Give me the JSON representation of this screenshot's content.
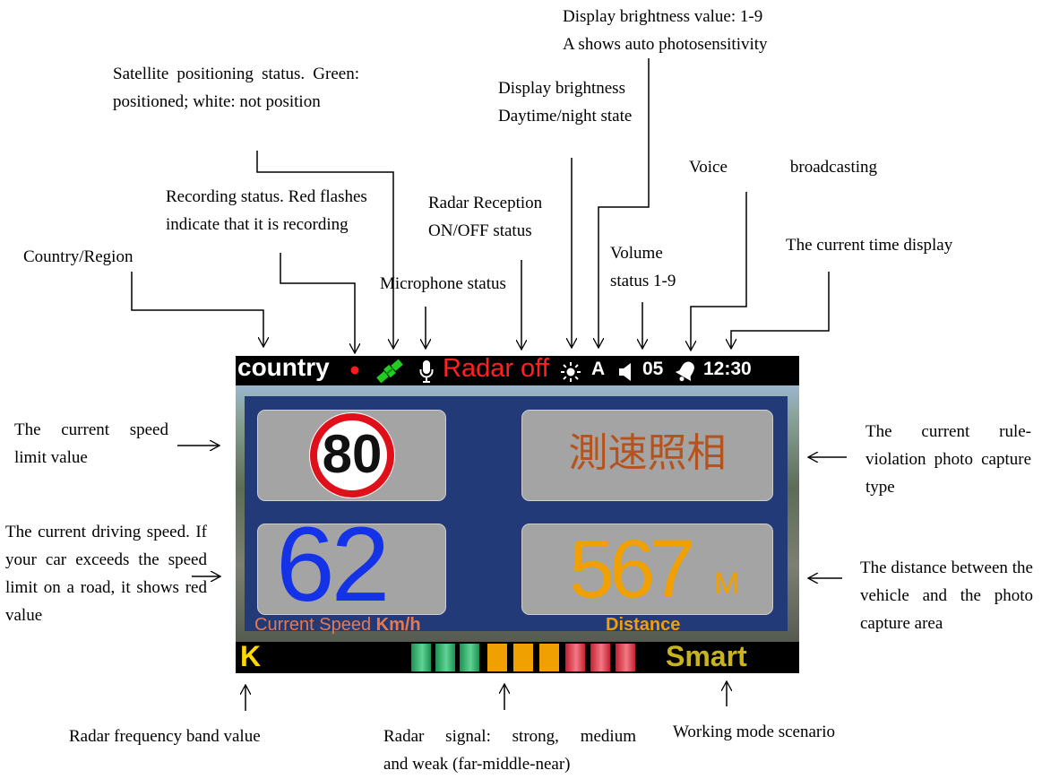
{
  "labels": {
    "brightness_value_1": "Display brightness value: 1-9",
    "brightness_value_2": "A shows auto photosensitivity",
    "satellite": "Satellite positioning status. Green: positioned; white: not position",
    "day_night_1": "Display brightness",
    "day_night_2": "Daytime/night state",
    "voice": "Voice broadcasting",
    "recording": "Recording status. Red flashes indicate that it is recording",
    "radar_reception_1": "Radar Reception",
    "radar_reception_2": "ON/OFF status",
    "volume_1": "Volume",
    "volume_2": "status 1-9",
    "time": "The current time display",
    "country": "Country/Region",
    "microphone": "Microphone status",
    "speed_limit": "The current speed limit value",
    "driving_speed": "The current driving speed. If your car exceeds the speed limit on a road, it shows red value",
    "violation_type": "The current rule-violation photo capture type",
    "distance": "The distance between the vehicle and the photo capture area",
    "band": "Radar frequency band value",
    "signal_1": "Radar signal: strong, medium",
    "signal_2": "and weak (far-middle-near)",
    "mode": "Working mode scenario"
  },
  "screen": {
    "country": "country",
    "radar_status": "Radar off",
    "brightness_mode": "A",
    "volume": "05",
    "time": "12:30",
    "speed_limit": "80",
    "capture_type": "測速照相",
    "current_speed": "62",
    "speed_caption": "Current Speed",
    "speed_unit": "Km/h",
    "distance_value": "567",
    "distance_unit": "M",
    "distance_caption": "Distance",
    "band": "K",
    "mode": "Smart",
    "colors": {
      "speed": "#1432e6",
      "distance": "#f0a000",
      "capture": "#b5531e",
      "radar_off": "#ff2020",
      "mode": "#c8b41e",
      "band": "#ffd800",
      "signal_strong": "#2db36b",
      "signal_medium": "#f0a000",
      "signal_weak": "#e03a4a"
    },
    "icons": [
      "recording-dot-icon",
      "satellite-icon",
      "microphone-icon",
      "sun-icon",
      "speaker-icon",
      "bell-icon"
    ]
  }
}
